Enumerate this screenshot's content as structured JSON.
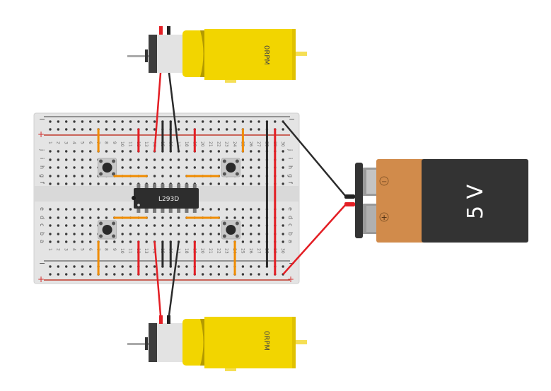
{
  "breadboard": {
    "columns": 30,
    "rows_top": [
      "j",
      "i",
      "h",
      "g",
      "f"
    ],
    "rows_bottom": [
      "e",
      "d",
      "c",
      "b",
      "a"
    ],
    "rail_minus": "−",
    "rail_plus": "+"
  },
  "ic": {
    "label": "L293D"
  },
  "battery": {
    "label": "5 V",
    "minus_symbol": "−",
    "plus_symbol": "+"
  },
  "motors": [
    {
      "name": "top",
      "label": "0RPM"
    },
    {
      "name": "bottom",
      "label": "0RPM"
    }
  ],
  "buttons": [
    {
      "name": "top-left"
    },
    {
      "name": "top-right"
    },
    {
      "name": "bottom-left"
    },
    {
      "name": "bottom-right"
    }
  ],
  "colors": {
    "board": "#e6e6e6",
    "wire_red": "#e31e24",
    "wire_black": "#2b2b2b",
    "wire_orange": "#f08c00",
    "motor_yellow": "#f2d500",
    "battery_orange": "#d18b4b",
    "battery_dark": "#333333"
  }
}
